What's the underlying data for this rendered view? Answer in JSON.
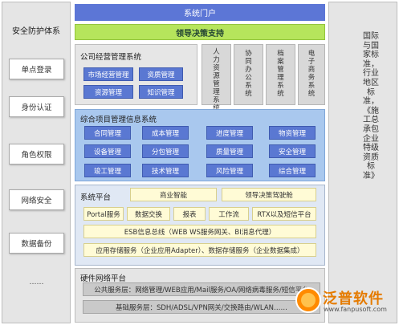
{
  "left": {
    "title": "安全防护体系",
    "items": [
      "单点登录",
      "身份认证",
      "角色权限",
      "网络安全",
      "数据备份",
      "……"
    ]
  },
  "right": {
    "text": "国际与国家标准，行业地区标准，《施工总承包企业特级资质标准》"
  },
  "portal": "系统门户",
  "leader": "领导决策支持",
  "mgmt": {
    "title": "公司经营管理系统",
    "items": [
      "市场经营管理",
      "资质管理",
      "资源管理",
      "知识管理"
    ]
  },
  "vertical": [
    "人力资源管理系统",
    "协同办公系统",
    "档案管理系统",
    "电子商务系统"
  ],
  "project": {
    "title": "综合项目管理信息系统",
    "items": [
      "合同管理",
      "成本管理",
      "进度管理",
      "物资管理",
      "设备管理",
      "分包管理",
      "质量管理",
      "安全管理",
      "竣工管理",
      "技术管理",
      "风险管理",
      "综合管理"
    ]
  },
  "platform": {
    "title": "系统平台",
    "bi": "商业智能",
    "cockpit": "领导决策驾驶舱",
    "row2": [
      "Portal服务",
      "数据交换",
      "报表",
      "工作流",
      "RTX以及短信平台"
    ],
    "esb": "ESB信息总线（WEB WS服务网关、BI消息代理）",
    "storage": "应用存储服务（企业应用Adapter）、数据存储服务（企业数据集成）"
  },
  "hardware": {
    "title": "硬件网络平台",
    "public": "公共服务层：网络管理/WEB应用/Mail服务/OA/网络病毒服务/短信平台",
    "base": "基础服务层：SDH/ADSL/VPN网关/交换路由/WLAN……"
  },
  "logo": {
    "name": "泛普软件",
    "url": "www.fanpusoft.com"
  },
  "colors": {
    "portal": "#5c76d6",
    "leader": "#b6e55c",
    "item_blue": "#5a78d2",
    "project_bg": "#a9c8ee",
    "platform_bg": "#e0e8f4",
    "yellow_item": "#fffbd6",
    "gray_item": "#c9c9c9",
    "logo": "#e57b00"
  }
}
